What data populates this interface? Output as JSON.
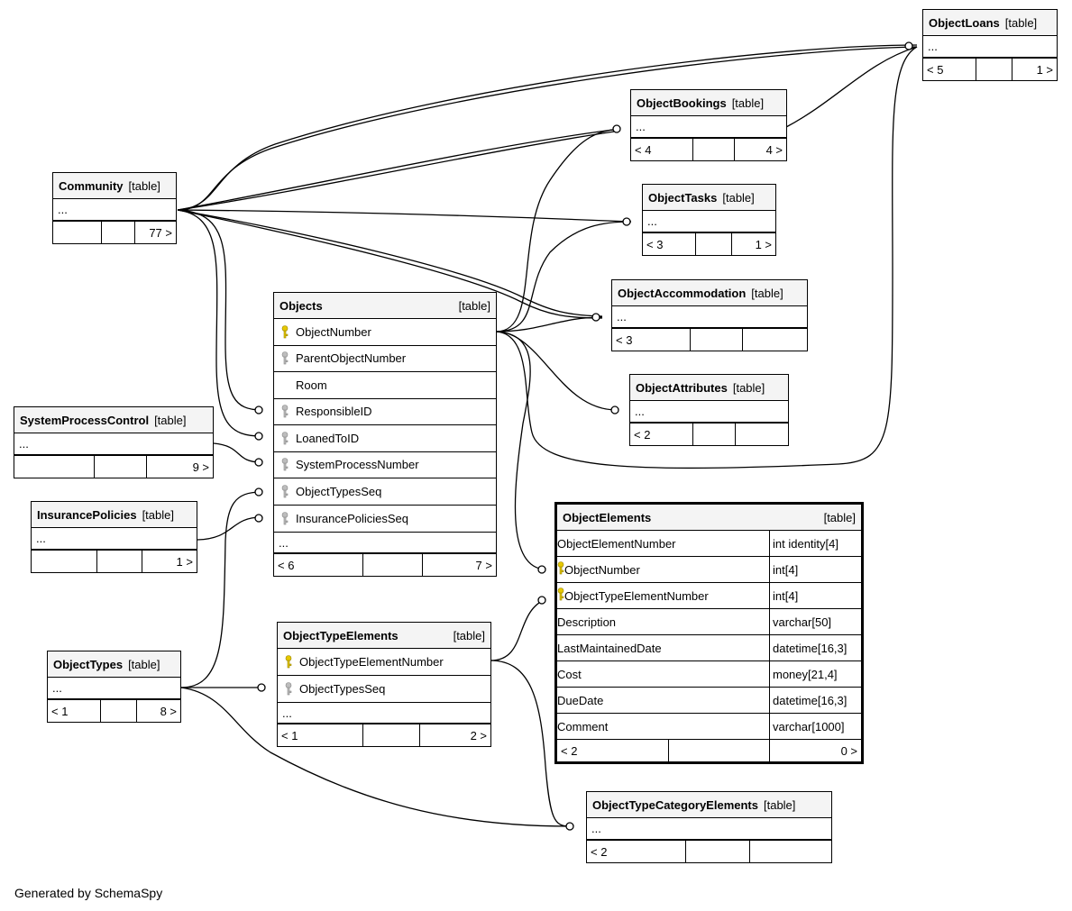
{
  "credit": "Generated by SchemaSpy",
  "type_tag": "[table]",
  "tables": {
    "objectloans": {
      "name": "ObjectLoans",
      "dots": "...",
      "f1": "< 5",
      "f2": "",
      "f3": "1 >"
    },
    "objectbookings": {
      "name": "ObjectBookings",
      "dots": "...",
      "f1": "< 4",
      "f2": "",
      "f3": "4 >"
    },
    "objecttasks": {
      "name": "ObjectTasks",
      "dots": "...",
      "f1": "< 3",
      "f2": "",
      "f3": "1 >"
    },
    "objectaccommodation": {
      "name": "ObjectAccommodation",
      "dots": "...",
      "f1": "< 3",
      "f2": "",
      "f3": ""
    },
    "objectattributes": {
      "name": "ObjectAttributes",
      "dots": "...",
      "f1": "< 2",
      "f2": "",
      "f3": ""
    },
    "community": {
      "name": "Community",
      "dots": "...",
      "f1": "",
      "f2": "",
      "f3": "77 >"
    },
    "systemprocesscontrol": {
      "name": "SystemProcessControl",
      "dots": "...",
      "f1": "",
      "f2": "",
      "f3": "9 >"
    },
    "insurancepolicies": {
      "name": "InsurancePolicies",
      "dots": "...",
      "f1": "",
      "f2": "",
      "f3": "1 >"
    },
    "objecttypes": {
      "name": "ObjectTypes",
      "dots": "...",
      "f1": "< 1",
      "f2": "",
      "f3": "8 >"
    },
    "objecttypecategoryelements": {
      "name": "ObjectTypeCategoryElements",
      "dots": "...",
      "f1": "< 2",
      "f2": "",
      "f3": ""
    },
    "objects": {
      "name": "Objects",
      "columns": [
        {
          "name": "ObjectNumber",
          "key": "gold"
        },
        {
          "name": "ParentObjectNumber",
          "key": "grey"
        },
        {
          "name": "Room",
          "key": ""
        },
        {
          "name": "ResponsibleID",
          "key": "grey"
        },
        {
          "name": "LoanedToID",
          "key": "grey"
        },
        {
          "name": "SystemProcessNumber",
          "key": "grey"
        },
        {
          "name": "ObjectTypesSeq",
          "key": "grey"
        },
        {
          "name": "InsurancePoliciesSeq",
          "key": "grey"
        }
      ],
      "dots": "...",
      "f1": "< 6",
      "f2": "",
      "f3": "7 >"
    },
    "objecttypeelements": {
      "name": "ObjectTypeElements",
      "columns": [
        {
          "name": "ObjectTypeElementNumber",
          "key": "gold"
        },
        {
          "name": "ObjectTypesSeq",
          "key": "grey"
        }
      ],
      "dots": "...",
      "f1": "< 1",
      "f2": "",
      "f3": "2 >"
    },
    "objectelements": {
      "name": "ObjectElements",
      "columns": [
        {
          "name": "ObjectElementNumber",
          "type": "int identity[4]",
          "key": ""
        },
        {
          "name": "ObjectNumber",
          "type": "int[4]",
          "key": "gold"
        },
        {
          "name": "ObjectTypeElementNumber",
          "type": "int[4]",
          "key": "gold"
        },
        {
          "name": "Description",
          "type": "varchar[50]",
          "key": ""
        },
        {
          "name": "LastMaintainedDate",
          "type": "datetime[16,3]",
          "key": ""
        },
        {
          "name": "Cost",
          "type": "money[21,4]",
          "key": ""
        },
        {
          "name": "DueDate",
          "type": "datetime[16,3]",
          "key": ""
        },
        {
          "name": "Comment",
          "type": "varchar[1000]",
          "key": ""
        }
      ],
      "f1": "< 2",
      "f2": "",
      "f3": "0 >"
    }
  }
}
